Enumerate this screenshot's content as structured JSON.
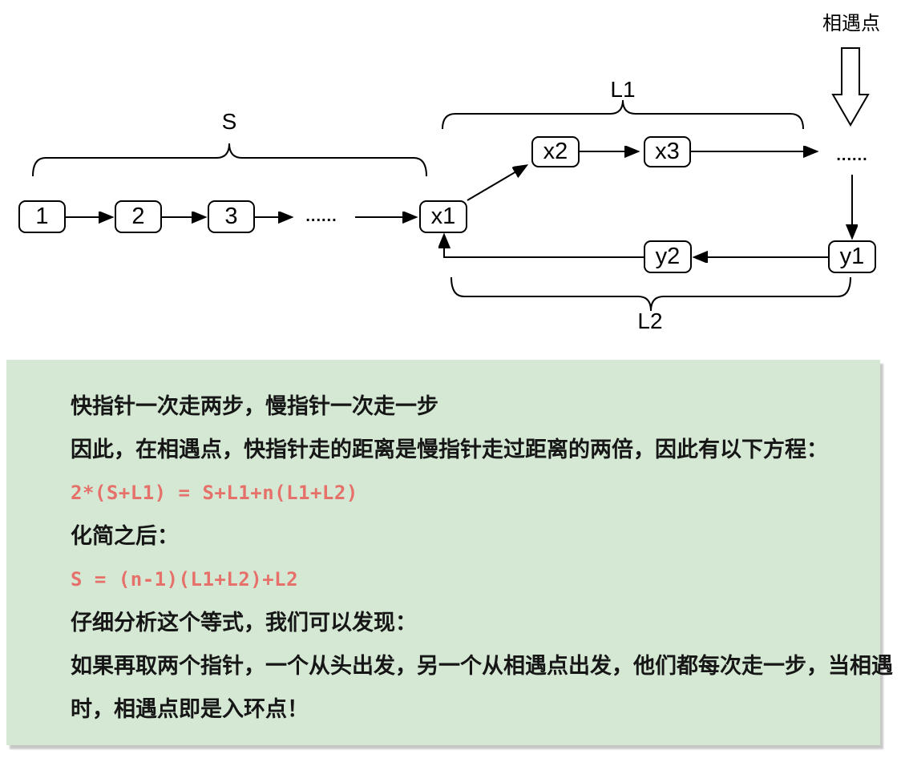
{
  "diagram": {
    "meeting_point_label": "相遇点",
    "label_s": "S",
    "label_l1": "L1",
    "label_l2": "L2",
    "nodes": {
      "n1": "1",
      "n2": "2",
      "n3": "3",
      "x1": "x1",
      "x2": "x2",
      "x3": "x3",
      "y1": "y1",
      "y2": "y2"
    },
    "ellipsis_bottom": "......",
    "ellipsis_top": "......"
  },
  "explanation": {
    "background_color": "#d5e8d4",
    "text_color": "#161616",
    "formula_color": "#e5716a",
    "lines": [
      {
        "type": "text",
        "text": "快指针一次走两步，慢指针一次走一步"
      },
      {
        "type": "text",
        "text": "因此，在相遇点，快指针走的距离是慢指针走过距离的两倍，因此有以下方程："
      },
      {
        "type": "formula",
        "text": "2*(S+L1) = S+L1+n(L1+L2)"
      },
      {
        "type": "text",
        "text": "化简之后："
      },
      {
        "type": "formula",
        "text": "S = (n-1)(L1+L2)+L2"
      },
      {
        "type": "text",
        "text": "仔细分析这个等式，我们可以发现："
      },
      {
        "type": "text",
        "text": "如果再取两个指针，一个从头出发，另一个从相遇点出发，他们都每次走一步，当相遇"
      },
      {
        "type": "text",
        "text": "时，相遇点即是入环点！"
      }
    ]
  }
}
